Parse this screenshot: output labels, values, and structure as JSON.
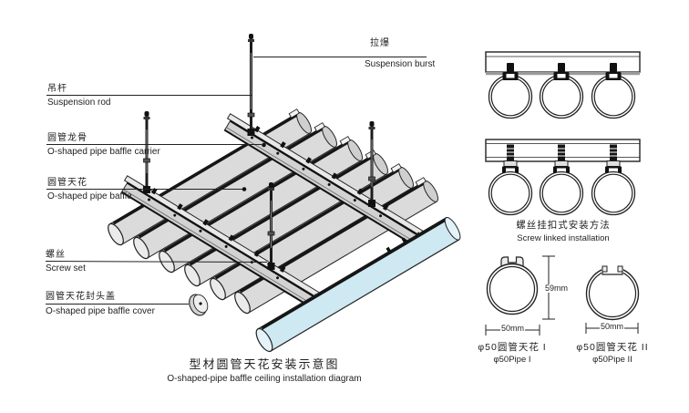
{
  "caption": {
    "cn": "型材圆管天花安装示意图",
    "en": "O-shaped-pipe baffle ceiling installation diagram"
  },
  "labels": {
    "suspension_burst": {
      "cn": "拉爆",
      "en": "Suspension burst"
    },
    "suspension_rod": {
      "cn": "吊杆",
      "en": "Suspension rod"
    },
    "pipe_carrier": {
      "cn": "圆管龙骨",
      "en": "O-shaped pipe baffle carrier"
    },
    "pipe_baffle": {
      "cn": "圆管天花",
      "en": "O-shaped pipe baffle"
    },
    "screw_set": {
      "cn": "螺丝",
      "en": "Screw set"
    },
    "pipe_cover": {
      "cn": "圆管天花封头盖",
      "en": "O-shaped pipe baffle cover"
    }
  },
  "right_panel": {
    "screw_linked": {
      "cn": "螺丝挂扣式安装方法",
      "en": "Screw linked installation"
    },
    "sections": {
      "pipe1": {
        "cn": "φ50圆管天花 I",
        "en": "φ50Pipe I"
      },
      "pipe2": {
        "cn": "φ50圆管天花 II",
        "en": "φ50Pipe II"
      },
      "dim_height": "59mm",
      "dim_width_1": "50mm",
      "dim_width_2": "50mm"
    }
  },
  "colors": {
    "line": "#1f1f1f",
    "pipe_fill": "#dbdbdb",
    "highlight_pipe": "#cfe9f2",
    "highlight_pipe_cap": "#e4f3f9"
  }
}
